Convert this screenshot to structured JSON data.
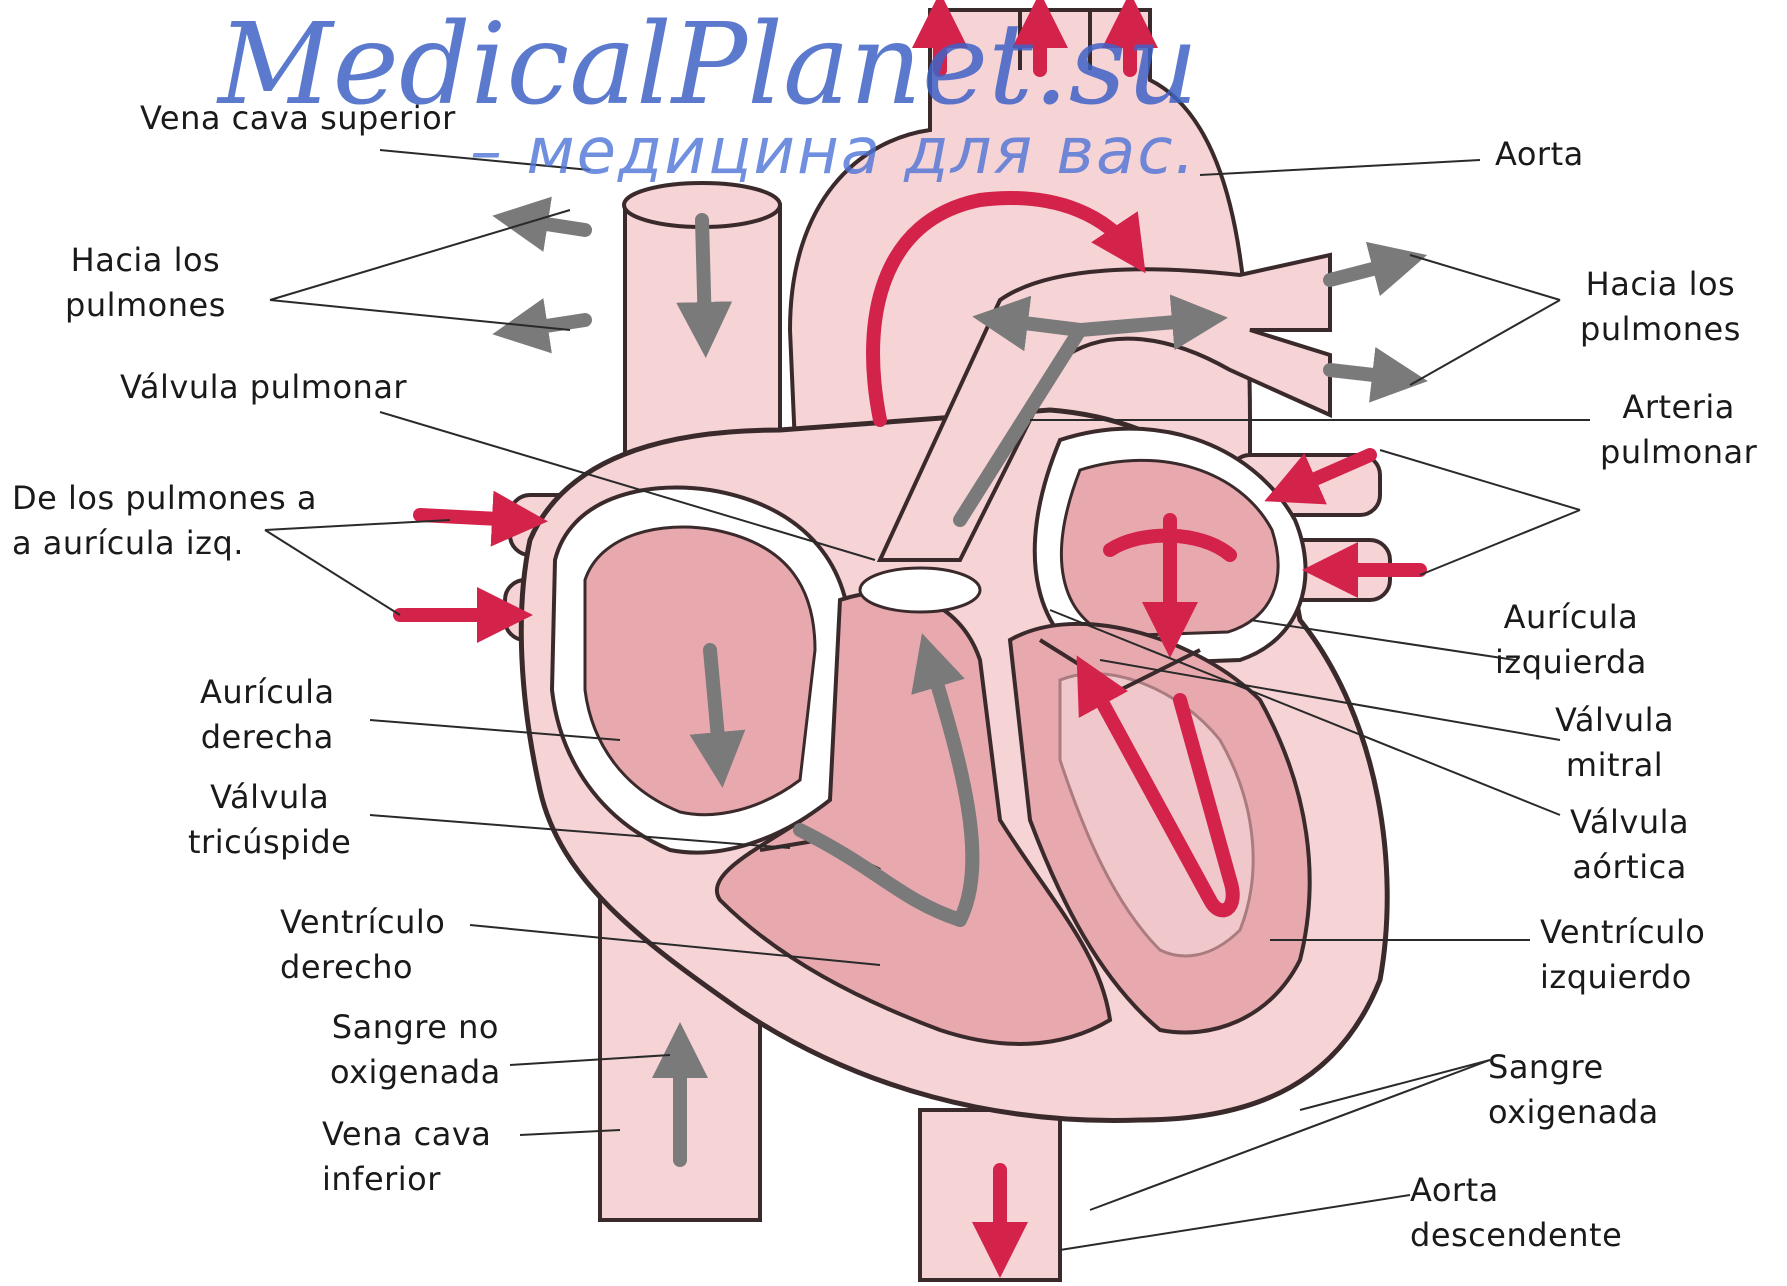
{
  "watermark": {
    "brand": "MedicalPlanet.su",
    "tagline": "– медицина для вас."
  },
  "labels": {
    "vena_cava_superior": "Vena cava superior",
    "aorta": "Aorta",
    "hacia_pulmones_left": [
      "Hacia los",
      "pulmones"
    ],
    "hacia_pulmones_right": [
      "Hacia los",
      "pulmones"
    ],
    "valvula_pulmonar": "Válvula pulmonar",
    "arteria_pulmonar": [
      "Arteria",
      "pulmonar"
    ],
    "de_los_pulmones": [
      "De los pulmones a",
      "a aurícula izq."
    ],
    "auricula_izquierda": [
      "Aurícula",
      "izquierda"
    ],
    "auricula_derecha": [
      "Aurícula",
      "derecha"
    ],
    "valvula_mitral": [
      "Válvula",
      "mitral"
    ],
    "valvula_tricuspide": [
      "Válvula",
      "tricúspide"
    ],
    "valvula_aortica": [
      "Válvula",
      "aórtica"
    ],
    "ventriculo_derecho": [
      "Ventrículo",
      "derecho"
    ],
    "ventriculo_izquierdo": [
      "Ventrículo",
      "izquierdo"
    ],
    "sangre_no_oxigenada": [
      "Sangre no",
      "oxigenada"
    ],
    "sangre_oxigenada": [
      "Sangre",
      "oxigenada"
    ],
    "vena_cava_inferior": [
      "Vena cava",
      "inferior"
    ],
    "aorta_descendente": [
      "Aorta",
      "descendente"
    ]
  },
  "colors": {
    "tissue": "#f6d3d5",
    "chamber": "#e8a9ae",
    "outline": "#3a2a2c",
    "oxygenated_arrow": "#d4234a",
    "deoxygenated_arrow": "#7a7a7a",
    "watermark": "#3f63c6"
  }
}
